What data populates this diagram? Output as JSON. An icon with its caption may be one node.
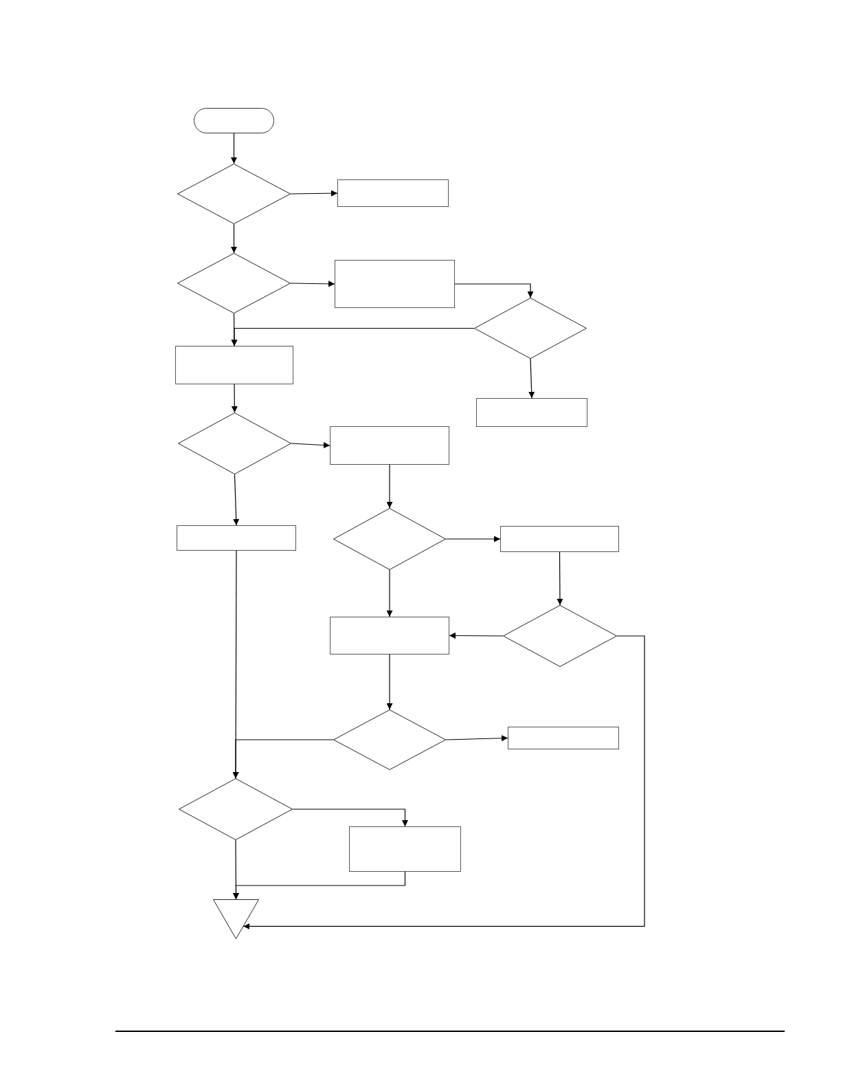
{
  "diagram": {
    "nodes": [
      {
        "text": [],
        "shape": "oval"
      },
      {
        "text": [],
        "shape": "diamond"
      },
      {
        "text": [],
        "shape": "box"
      },
      {
        "text": [],
        "shape": "diamond"
      },
      {
        "text": [],
        "shape": "box"
      },
      {
        "text": [],
        "shape": "diamond"
      },
      {
        "text": [],
        "shape": "box"
      },
      {
        "text": [],
        "shape": "box"
      },
      {
        "text": [],
        "shape": "diamond"
      },
      {
        "text": [],
        "shape": "box"
      },
      {
        "text": [],
        "shape": "diamond"
      },
      {
        "text": [],
        "shape": "box"
      },
      {
        "text": [],
        "shape": "box"
      },
      {
        "text": [],
        "shape": "diamond"
      },
      {
        "text": [],
        "shape": "box"
      },
      {
        "text": [],
        "shape": "diamond"
      },
      {
        "text": [],
        "shape": "box"
      },
      {
        "text": [],
        "shape": "diamond"
      },
      {
        "text": [],
        "shape": "box"
      },
      {
        "text": [],
        "shape": "triangle"
      }
    ],
    "edges": [
      {
        "from": 0,
        "to": 1,
        "arrow": "to"
      },
      {
        "from": 1,
        "to": 2,
        "arrow": "to"
      },
      {
        "from": 1,
        "to": 3,
        "arrow": "to"
      },
      {
        "from": 3,
        "to": 4,
        "arrow": "to"
      },
      {
        "from": 4,
        "to": 5,
        "arrow": "to"
      },
      {
        "from": 3,
        "to": 6,
        "arrow": "to"
      },
      {
        "from": 5,
        "to": 6,
        "arrow": "to"
      },
      {
        "from": 5,
        "to": 7,
        "arrow": "to"
      },
      {
        "from": 6,
        "to": 8,
        "arrow": "to"
      },
      {
        "from": 8,
        "to": 9,
        "arrow": "to"
      },
      {
        "from": 8,
        "to": 11,
        "arrow": "to"
      },
      {
        "from": 9,
        "to": 10,
        "arrow": "to"
      },
      {
        "from": 10,
        "to": 12,
        "arrow": "to"
      },
      {
        "from": 10,
        "to": 14,
        "arrow": "to"
      },
      {
        "from": 12,
        "to": 13,
        "arrow": "to"
      },
      {
        "from": 13,
        "to": 14,
        "arrow": "to"
      },
      {
        "from": 13,
        "to": 19,
        "arrow": "to"
      },
      {
        "from": 14,
        "to": 15,
        "arrow": "to"
      },
      {
        "from": 15,
        "to": 17,
        "arrow": "to"
      },
      {
        "from": 15,
        "to": 16,
        "arrow": "to"
      },
      {
        "from": 11,
        "to": 17,
        "arrow": "to"
      },
      {
        "from": 17,
        "to": 18,
        "arrow": "to"
      },
      {
        "from": 17,
        "to": 19,
        "arrow": "to"
      },
      {
        "from": 18,
        "to": 19,
        "arrow": "to"
      }
    ]
  }
}
